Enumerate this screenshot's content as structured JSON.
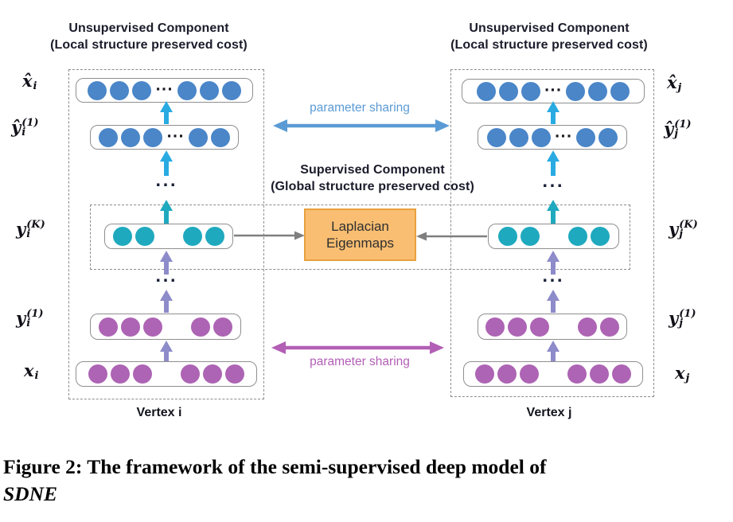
{
  "figure": {
    "titles": {
      "unsupervised_left": {
        "line1": "Unsupervised Component",
        "line2": "(Local structure preserved cost)"
      },
      "unsupervised_right": {
        "line1": "Unsupervised Component",
        "line2": "(Local structure preserved cost)"
      },
      "supervised": {
        "line1": "Supervised Component",
        "line2": "(Global structure preserved cost)"
      }
    },
    "laplacian_box": {
      "line1": "Laplacian",
      "line2": "Eigenmaps"
    },
    "parameter_sharing_top": "parameter sharing",
    "parameter_sharing_bottom": "parameter sharing",
    "vertex_left": "Vertex i",
    "vertex_right": "Vertex j",
    "caption_line1": "Figure 2: The framework of the semi-supervised deep model of",
    "caption_line2": "SDNE"
  },
  "glyphs": {
    "ellipsis": "···"
  },
  "labels": {
    "left": [
      {
        "base": "x̂",
        "sub": "i",
        "sup": ""
      },
      {
        "base": "ŷ",
        "sub": "i",
        "sup": "(1)"
      },
      {
        "base": "y",
        "sub": "i",
        "sup": "(K)"
      },
      {
        "base": "y",
        "sub": "i",
        "sup": "(1)"
      },
      {
        "base": "x",
        "sub": "i",
        "sup": ""
      }
    ],
    "right": [
      {
        "base": "x̂",
        "sub": "j",
        "sup": ""
      },
      {
        "base": "ŷ",
        "sub": "j",
        "sup": "(1)"
      },
      {
        "base": "y",
        "sub": "j",
        "sup": "(K)"
      },
      {
        "base": "y",
        "sub": "j",
        "sup": "(1)"
      },
      {
        "base": "x",
        "sub": "j",
        "sup": ""
      }
    ]
  },
  "layers": {
    "xhat_i": {
      "pattern": [
        3,
        "dots",
        3
      ],
      "color": "#4a86c8"
    },
    "yhat1_i": {
      "pattern": [
        3,
        "dots",
        2
      ],
      "color": "#4a86c8"
    },
    "yK_i": {
      "pattern": [
        2,
        "gap",
        2
      ],
      "color": "#1fa9be"
    },
    "y1_i": {
      "pattern": [
        3,
        "gap",
        2
      ],
      "color": "#ad64b4"
    },
    "x_i": {
      "pattern": [
        3,
        "gap",
        3
      ],
      "color": "#ad64b4"
    },
    "xhat_j": {
      "pattern": [
        3,
        "dots",
        3
      ],
      "color": "#4a86c8"
    },
    "yhat1_j": {
      "pattern": [
        3,
        "dots",
        2
      ],
      "color": "#4a86c8"
    },
    "yK_j": {
      "pattern": [
        2,
        "gap",
        2
      ],
      "color": "#1fa9be"
    },
    "y1_j": {
      "pattern": [
        3,
        "gap",
        2
      ],
      "color": "#ad64b4"
    },
    "x_j": {
      "pattern": [
        3,
        "gap",
        3
      ],
      "color": "#ad64b4"
    }
  },
  "palette": {
    "node_blue": "#4a86c8",
    "node_teal": "#1fa9be",
    "node_purple": "#ad64b4",
    "arrow_cyan": "#29abe2",
    "arrow_teal": "#1fa9be",
    "arrow_periwinkle": "#8d8bc9",
    "share_blue": "#5b9bd5",
    "share_magenta": "#b25fb5",
    "arrow_gray": "#7f7f7f",
    "laplacian_fill": "#f9be72",
    "laplacian_border": "#e8a13e"
  }
}
